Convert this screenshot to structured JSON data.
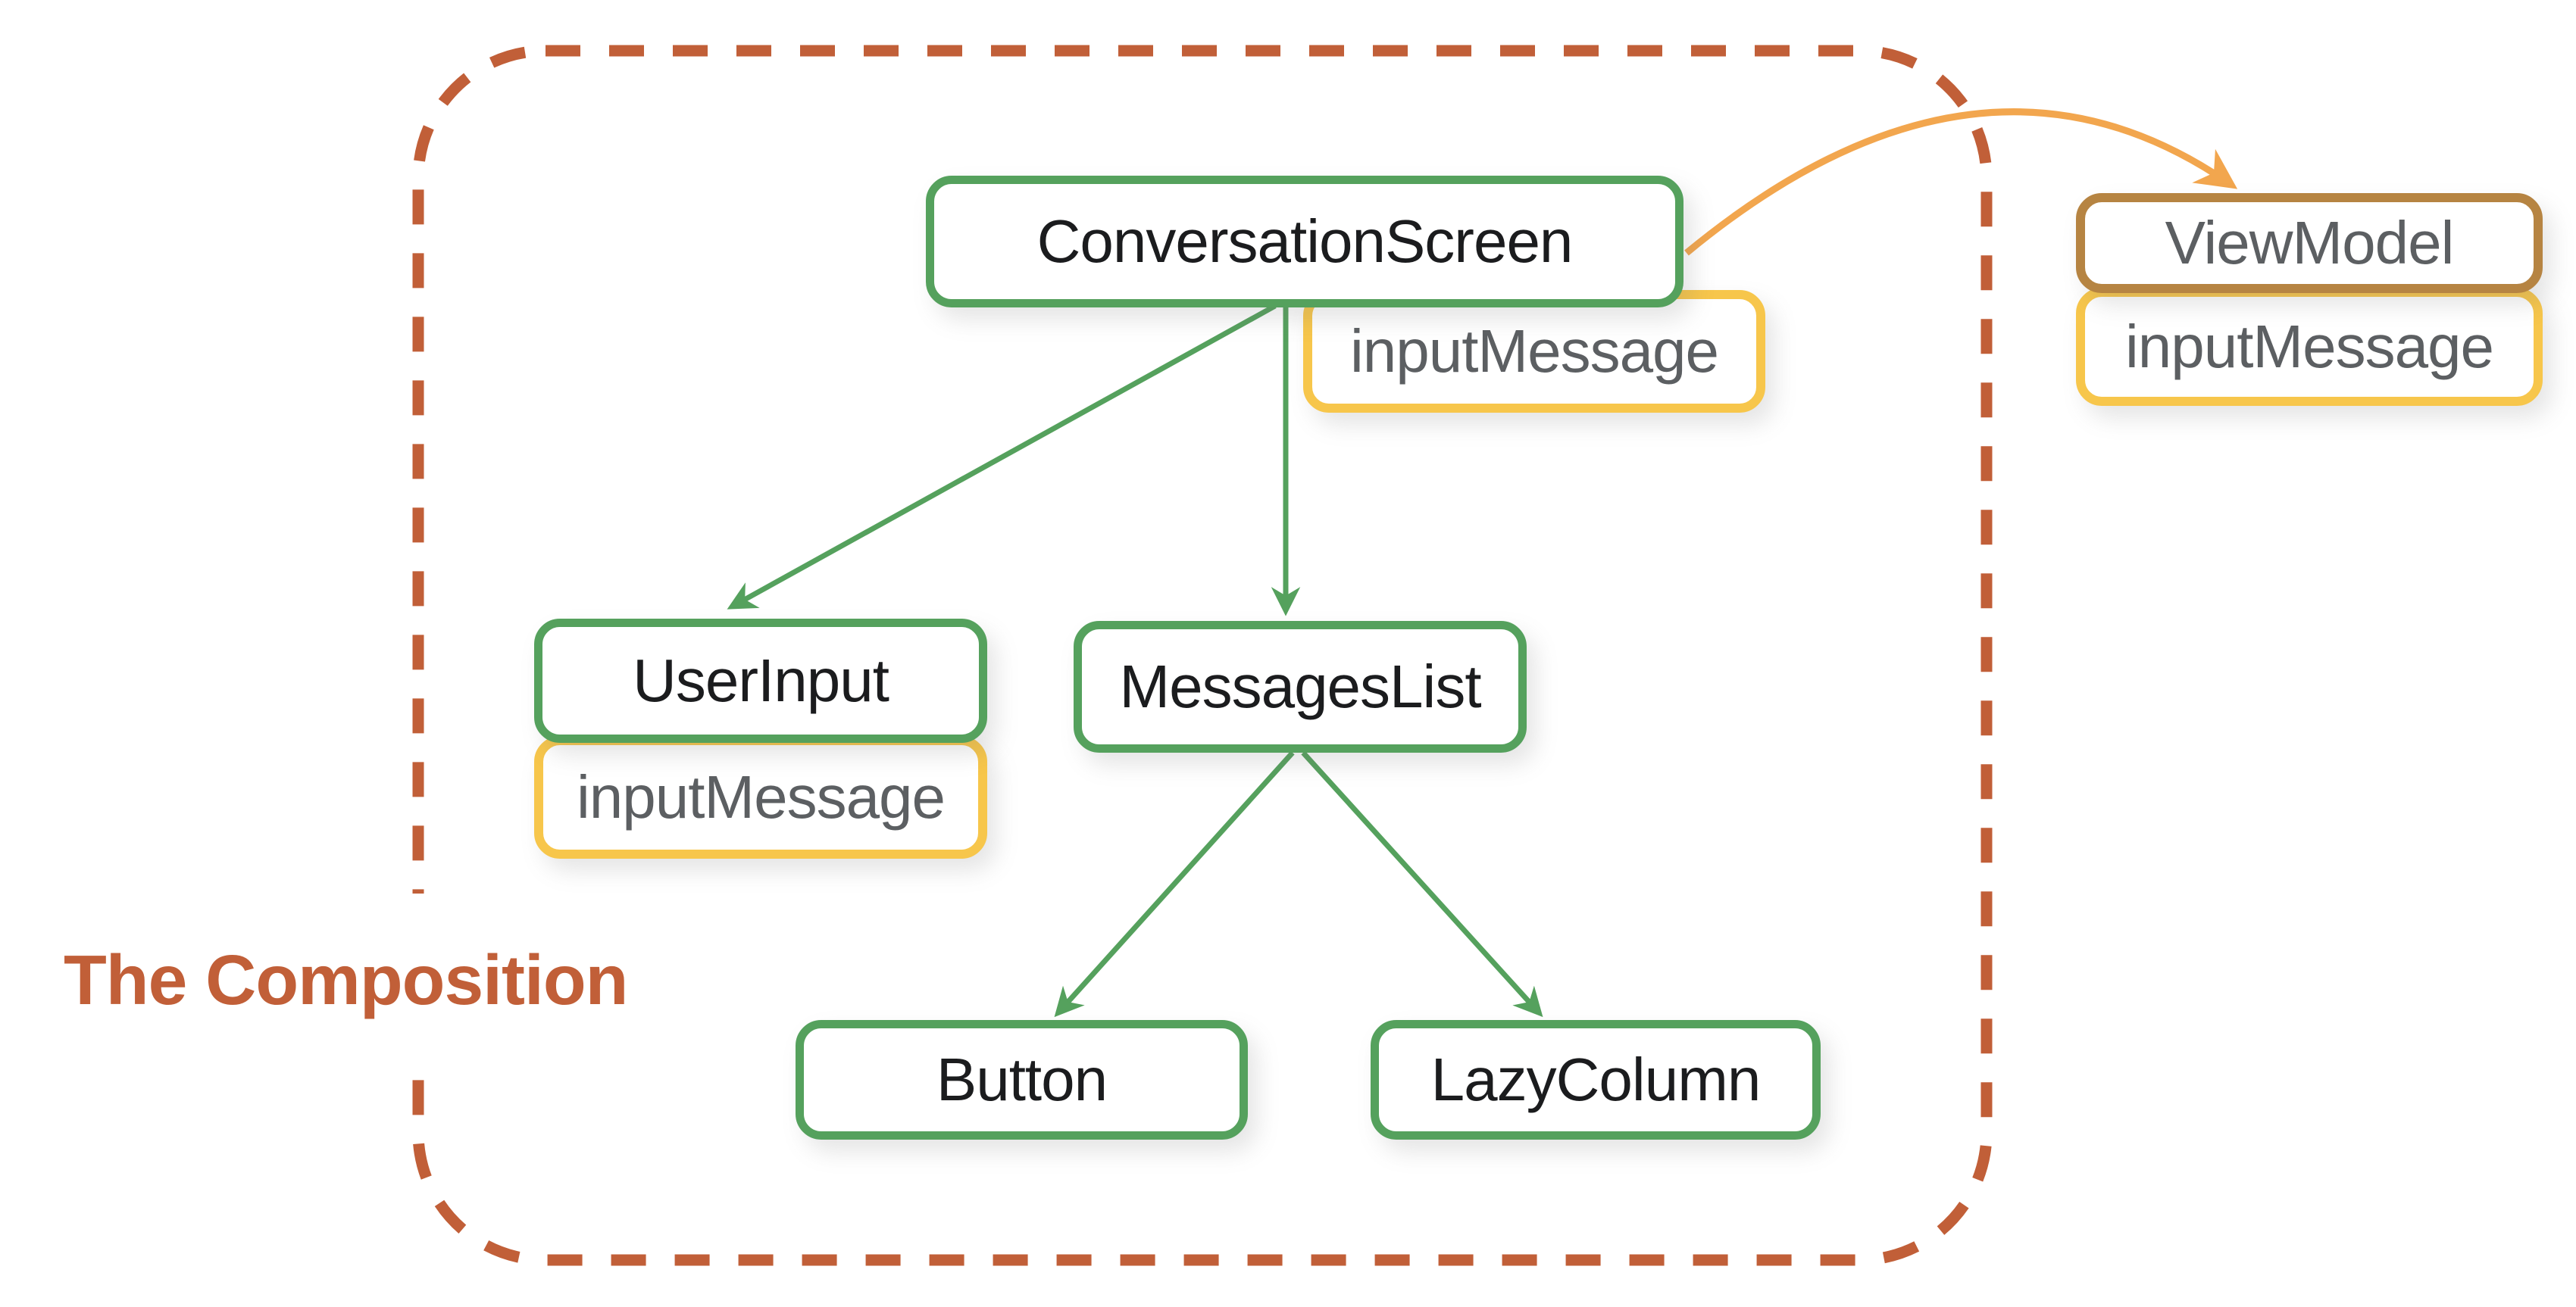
{
  "diagram": {
    "title": "The Composition",
    "kind": "compose-component-tree"
  },
  "colors": {
    "green": "#55A15D",
    "yellow": "#F7C64B",
    "brown": "#B68442",
    "orange": "#F2A64E",
    "rust": "#C15F38",
    "text-dark": "#1B1C1E",
    "text-gray": "#5C5F62"
  },
  "nodes": {
    "conversation_screen": {
      "label": "ConversationScreen",
      "type": "composable"
    },
    "conversation_screen_state": {
      "label": "inputMessage",
      "type": "state"
    },
    "user_input": {
      "label": "UserInput",
      "type": "composable"
    },
    "user_input_state": {
      "label": "inputMessage",
      "type": "state"
    },
    "messages_list": {
      "label": "MessagesList",
      "type": "composable"
    },
    "button": {
      "label": "Button",
      "type": "composable"
    },
    "lazy_column": {
      "label": "LazyColumn",
      "type": "composable"
    },
    "view_model": {
      "label": "ViewModel",
      "type": "viewmodel"
    },
    "view_model_state": {
      "label": "inputMessage",
      "type": "state"
    }
  },
  "edges": [
    {
      "from": "ConversationScreen",
      "to": "UserInput",
      "color": "green",
      "style": "straight"
    },
    {
      "from": "ConversationScreen",
      "to": "MessagesList",
      "color": "green",
      "style": "straight"
    },
    {
      "from": "MessagesList",
      "to": "Button",
      "color": "green",
      "style": "straight"
    },
    {
      "from": "MessagesList",
      "to": "LazyColumn",
      "color": "green",
      "style": "straight"
    },
    {
      "from": "ConversationScreen",
      "to": "ViewModel",
      "color": "orange",
      "style": "curved"
    }
  ]
}
